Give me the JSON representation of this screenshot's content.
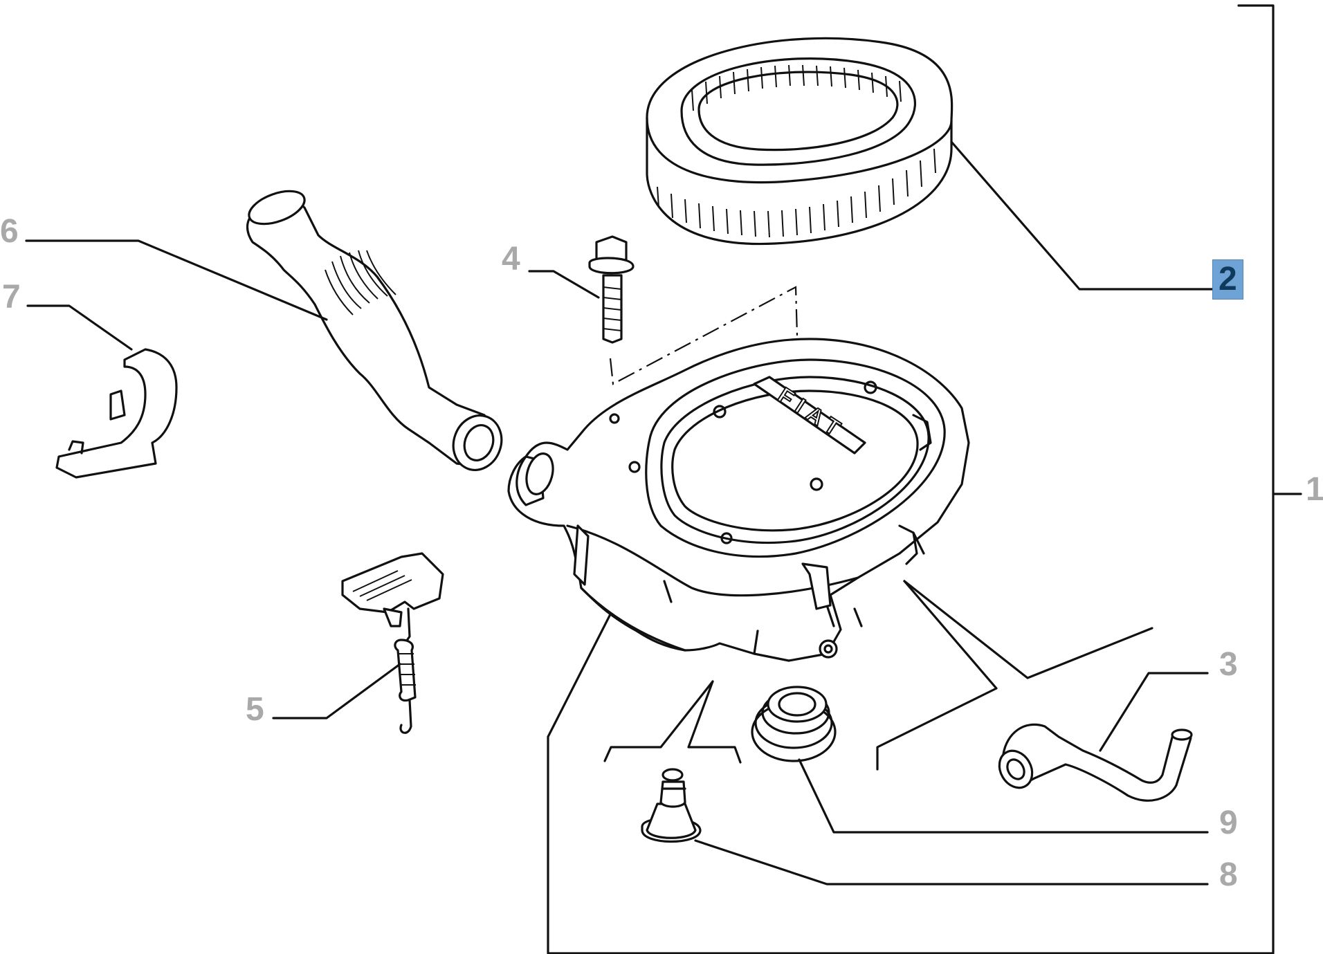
{
  "callouts": {
    "c1": "1",
    "c2": "2",
    "c3": "3",
    "c4": "4",
    "c5": "5",
    "c6": "6",
    "c7": "7",
    "c8": "8",
    "c9": "9"
  },
  "logo_text": "FIAT",
  "colors": {
    "callout_text": "#a9a9a9",
    "highlight_bg": "#6fa3d6",
    "highlight_text": "#0f3a5c",
    "line": "#111111"
  }
}
